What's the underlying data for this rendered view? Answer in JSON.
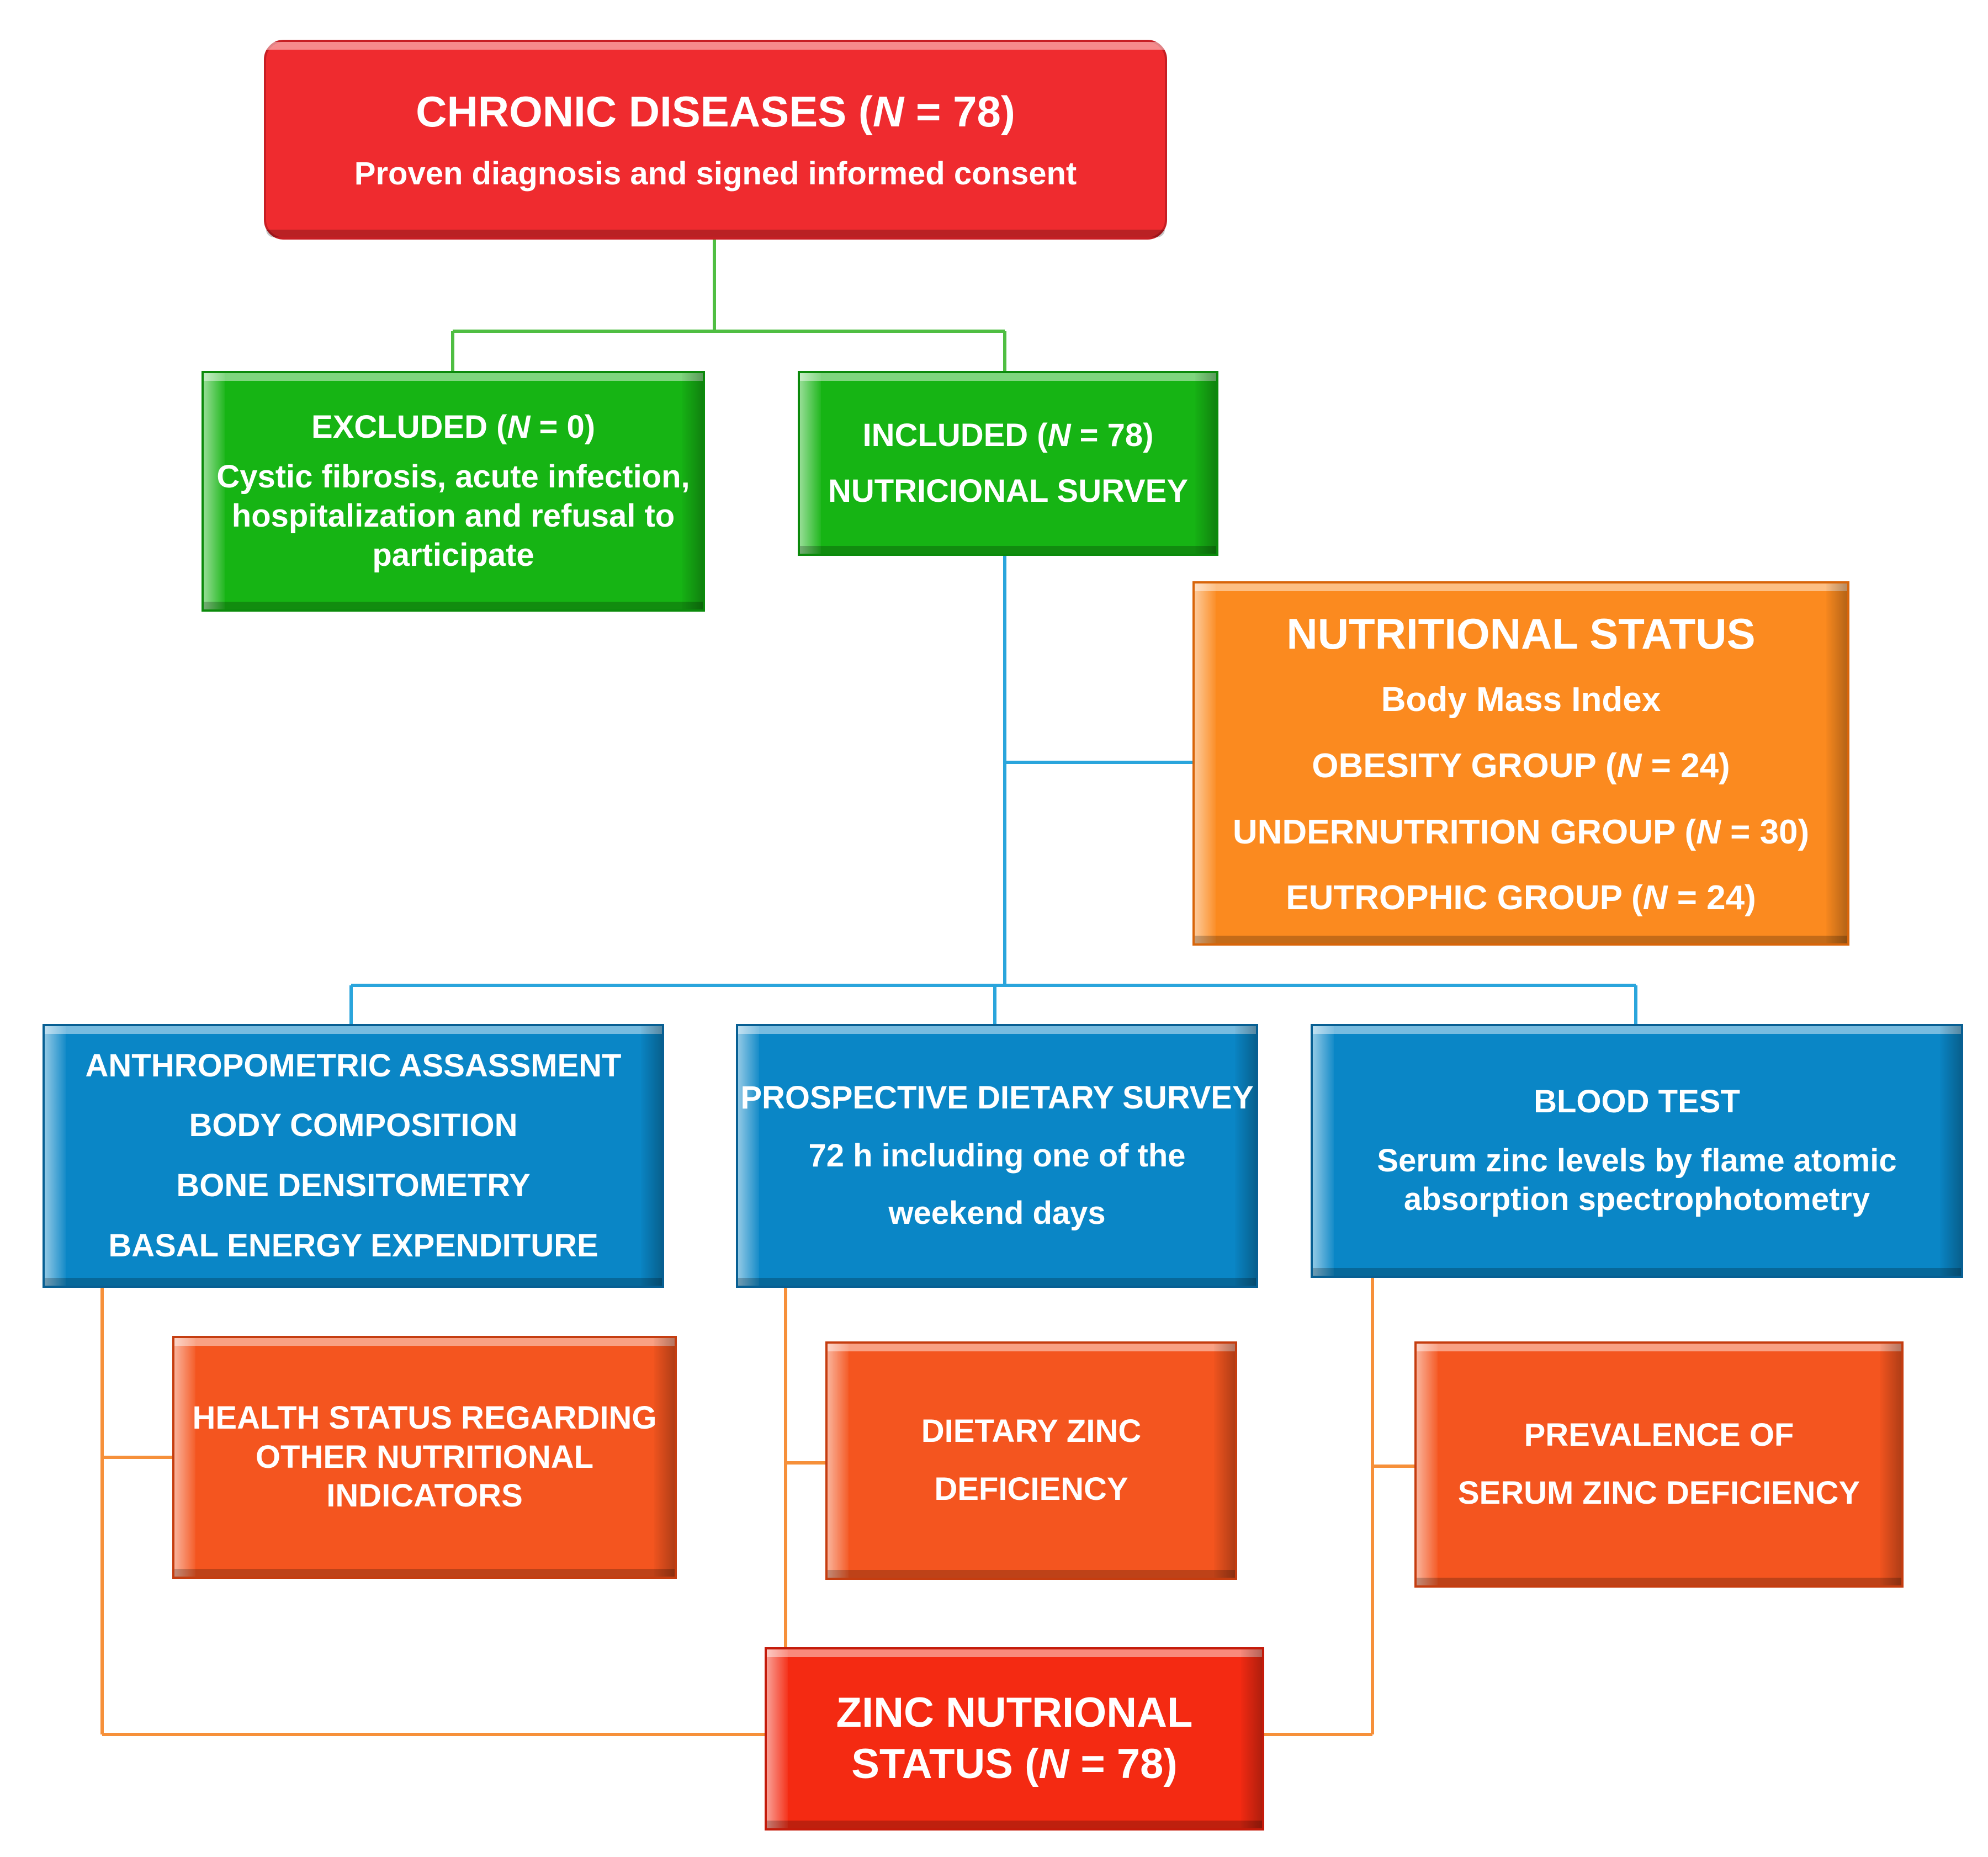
{
  "chronic": {
    "title": "CHRONIC DISEASES (",
    "n_var": "N",
    "n_rest": " = 78)",
    "subtitle": "Proven diagnosis and signed informed consent"
  },
  "excluded": {
    "title": "EXCLUDED (",
    "n_var": "N",
    "n_rest": " = 0)",
    "lines": [
      "Cystic fibrosis, acute infection,",
      "hospitalization and refusal to",
      "participate"
    ]
  },
  "included": {
    "title": "INCLUDED (",
    "n_var": "N",
    "n_rest": " = 78)",
    "subtitle": "NUTRICIONAL SURVEY"
  },
  "nutritional_status": {
    "title": "NUTRITIONAL STATUS",
    "subtitle": "Body Mass Index",
    "groups": [
      {
        "label": "OBESITY GROUP (",
        "n_var": "N",
        "n_rest": " = 24)"
      },
      {
        "label": "UNDERNUTRITION GROUP (",
        "n_var": "N",
        "n_rest": " = 30)"
      },
      {
        "label": "EUTROPHIC GROUP (",
        "n_var": "N",
        "n_rest": " = 24)"
      }
    ]
  },
  "anthropometric": {
    "lines": [
      "ANTHROPOMETRIC ASSASSMENT",
      "BODY COMPOSITION",
      "BONE DENSITOMETRY",
      "BASAL ENERGY EXPENDITURE"
    ]
  },
  "dietary_survey": {
    "lines": [
      "PROSPECTIVE DIETARY SURVEY",
      "72 h including one of the",
      "weekend days"
    ]
  },
  "blood_test": {
    "title": "BLOOD TEST",
    "lines": [
      "Serum zinc levels by flame atomic",
      "absorption spectrophotometry"
    ]
  },
  "health_status": {
    "lines": [
      "HEALTH STATUS REGARDING",
      "OTHER NUTRITIONAL",
      "INDICATORS"
    ]
  },
  "dietary_zinc": {
    "lines": [
      "DIETARY ZINC",
      "DEFICIENCY"
    ]
  },
  "prevalence": {
    "lines": [
      "PREVALENCE OF",
      "SERUM ZINC DEFICIENCY"
    ]
  },
  "zinc_status": {
    "line1": "ZINC NUTRIONAL",
    "line2_a": "STATUS (",
    "n_var": "N",
    "n_rest": " = 78)"
  },
  "colors": {
    "top_box": "#ef2b2f",
    "screening_boxes": "#16b414",
    "nutritional_status_box": "#fb8a1f",
    "method_boxes": "#0a86c6",
    "outcome_boxes": "#f4551f",
    "final_box": "#f42a12",
    "green_connector": "#4fbe42",
    "blue_connector": "#2aa5dc",
    "orange_connector": "#f6903a"
  }
}
